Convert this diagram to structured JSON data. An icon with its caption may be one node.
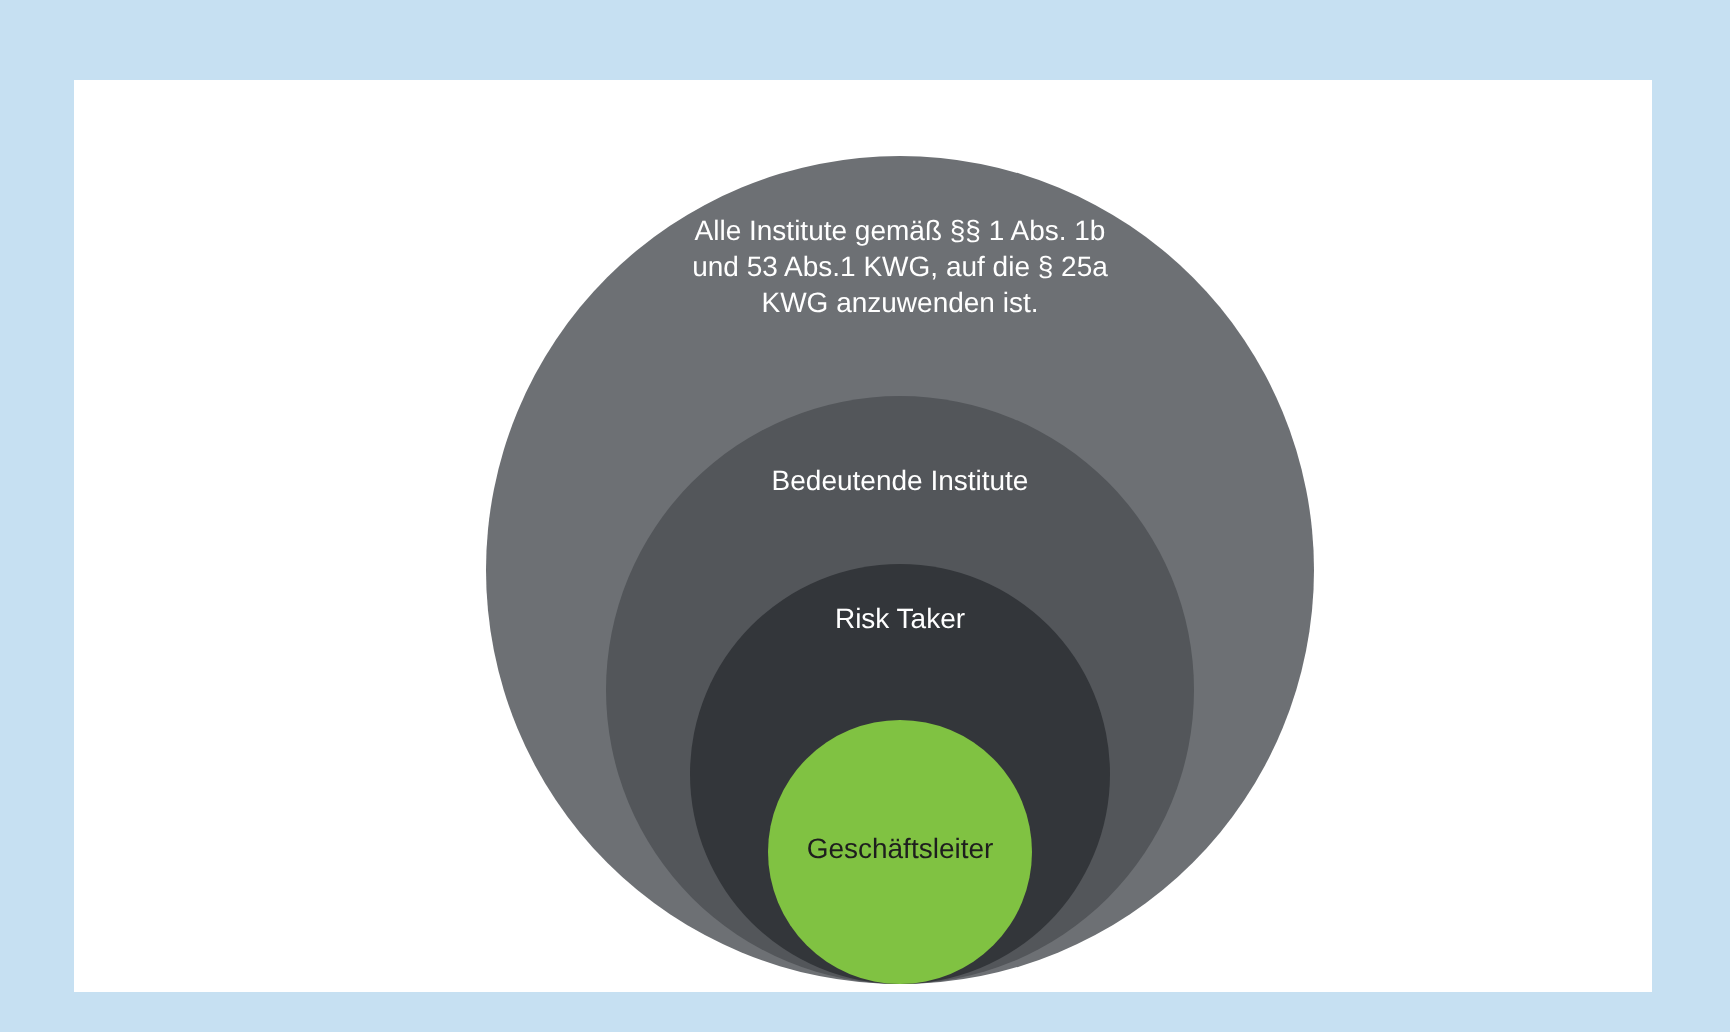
{
  "diagram": {
    "nodes": [
      {
        "text": [
          "Alle Institute gemäß §§ 1 Abs. 1b und 53 Abs.1 KWG, auf die § 25a KWG anzuwenden ist."
        ]
      },
      {
        "text": [
          "Bedeutende Institute"
        ],
        "in": 0
      },
      {
        "text": [
          "Risk Taker"
        ],
        "in": 1
      },
      {
        "text": [
          "Geschäftsleiter"
        ],
        "in": 2
      }
    ]
  }
}
